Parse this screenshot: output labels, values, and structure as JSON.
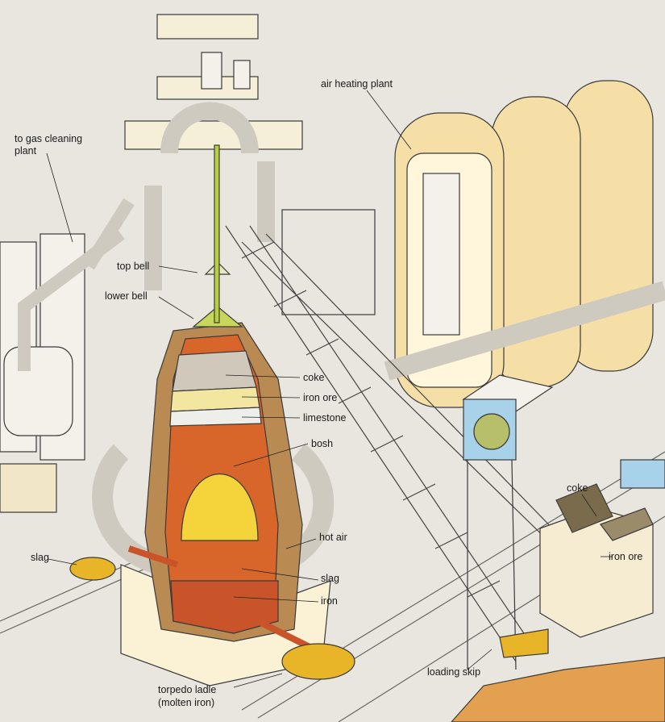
{
  "labels": {
    "air_heating_plant": "air heating plant",
    "gas_cleaning_line1": "to gas cleaning",
    "gas_cleaning_line2": "plant",
    "top_bell": "top bell",
    "lower_bell": "lower bell",
    "coke": "coke",
    "iron_ore": "iron ore",
    "limestone": "limestone",
    "bosh": "bosh",
    "hot_air": "hot air",
    "slag_left": "slag",
    "slag": "slag",
    "iron": "iron",
    "torpedo_ladle_line1": "torpedo ladle",
    "torpedo_ladle_line2": "(molten iron)",
    "loading_skip": "loading skip",
    "coke_bunker": "coke",
    "iron_ore_bunker": "iron ore"
  },
  "colors": {
    "background": "#e9e6df",
    "steel": "#f4f1ea",
    "outline": "#3a3a3a",
    "heater": "#f6dfa6",
    "brick": "#b98a52",
    "molten": "#d8662a",
    "hot_zone": "#f4d43a",
    "ladle": "#e8b428",
    "skip_house": "#a8d2ea",
    "ground": "#e3a050"
  }
}
